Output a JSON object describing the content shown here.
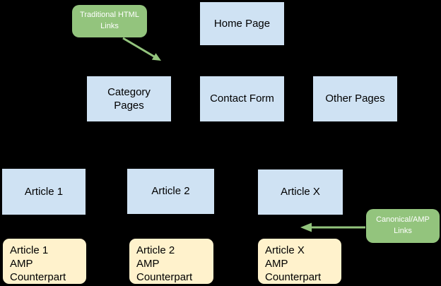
{
  "diagram": {
    "background": "#000000",
    "colors": {
      "page_node_fill": "#cfe2f3",
      "page_node_border": "#000000",
      "page_node_text": "#000000",
      "amp_node_fill": "#fff2cc",
      "amp_node_border": "#000000",
      "callout_fill": "#93c47d",
      "callout_text": "#ffffff",
      "arrow": "#93c47d"
    },
    "nodes": {
      "home_page": "Home Page",
      "category_pages": "Category\nPages",
      "contact_form": "Contact Form",
      "other_pages": "Other Pages",
      "article_1": "Article 1",
      "article_2": "Article 2",
      "article_x": "Article X",
      "article_1_amp": "Article 1\nAMP\nCounterpart",
      "article_2_amp": "Article 2\nAMP\nCounterpart",
      "article_x_amp": "Article X\nAMP\nCounterpart"
    },
    "callouts": {
      "traditional_html_links": "Traditional HTML\nLinks",
      "canonical_amp_links": "Canonical/AMP\nLinks"
    }
  }
}
